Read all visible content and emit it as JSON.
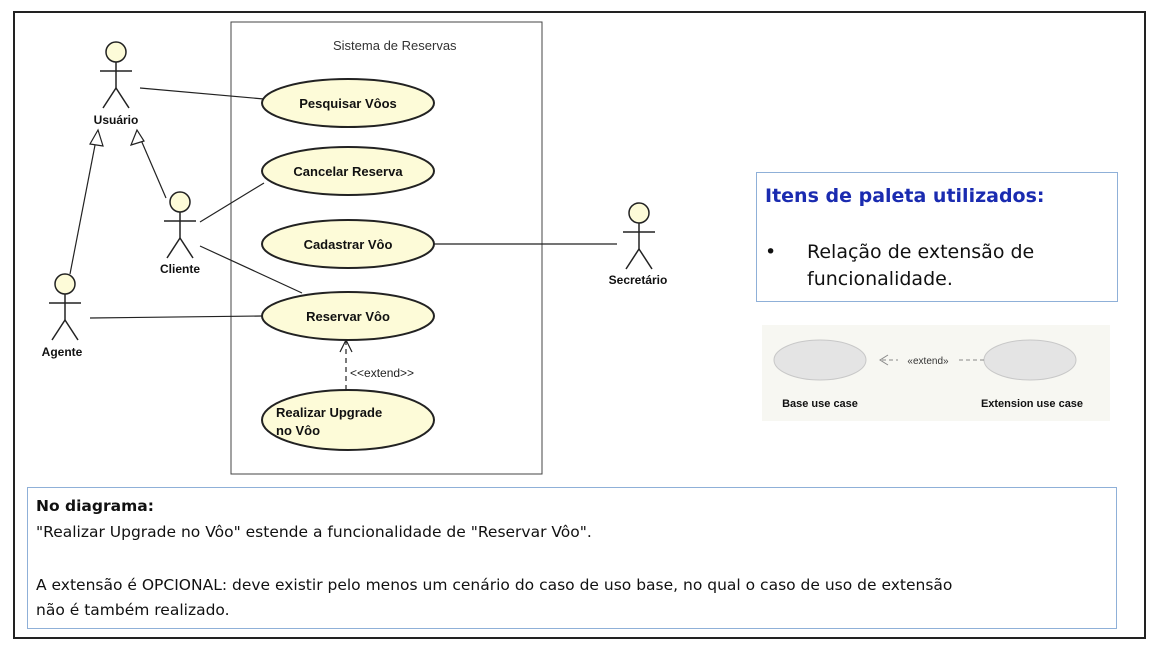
{
  "system": {
    "title": "Sistema de Reservas"
  },
  "actors": {
    "usuario": "Usuário",
    "cliente": "Cliente",
    "agente": "Agente",
    "secretario": "Secretário"
  },
  "use_cases": {
    "pesquisar": "Pesquisar Vôos",
    "cancelar": "Cancelar Reserva",
    "cadastrar": "Cadastrar Vôo",
    "reservar": "Reservar Vôo",
    "upgrade_line1": "Realizar Upgrade",
    "upgrade_line2": "no Vôo"
  },
  "extend_label": "<<extend>>",
  "palette": {
    "title": "Itens de paleta utilizados:",
    "items": [
      "Relação de extensão de funcionalidade."
    ]
  },
  "legend": {
    "base_label": "Base use case",
    "extension_label": "Extension use case",
    "extend_label": "«extend»"
  },
  "note": {
    "heading": "No diagrama:",
    "line1": "\"Realizar Upgrade no Vôo\" estende a funcionalidade de \"Reservar Vôo\".",
    "line2": "A extensão é OPCIONAL: deve existir pelo menos um cenário do caso de uso base, no qual o caso de uso de extensão",
    "line3": "não é também realizado."
  },
  "colors": {
    "use_case_fill": "#fdfbd8",
    "actor_fill": "#fdfbd8",
    "palette_title": "#1a2bb0",
    "box_border": "#8fb0d8",
    "legend_ellipse": "#e4e4e4"
  }
}
